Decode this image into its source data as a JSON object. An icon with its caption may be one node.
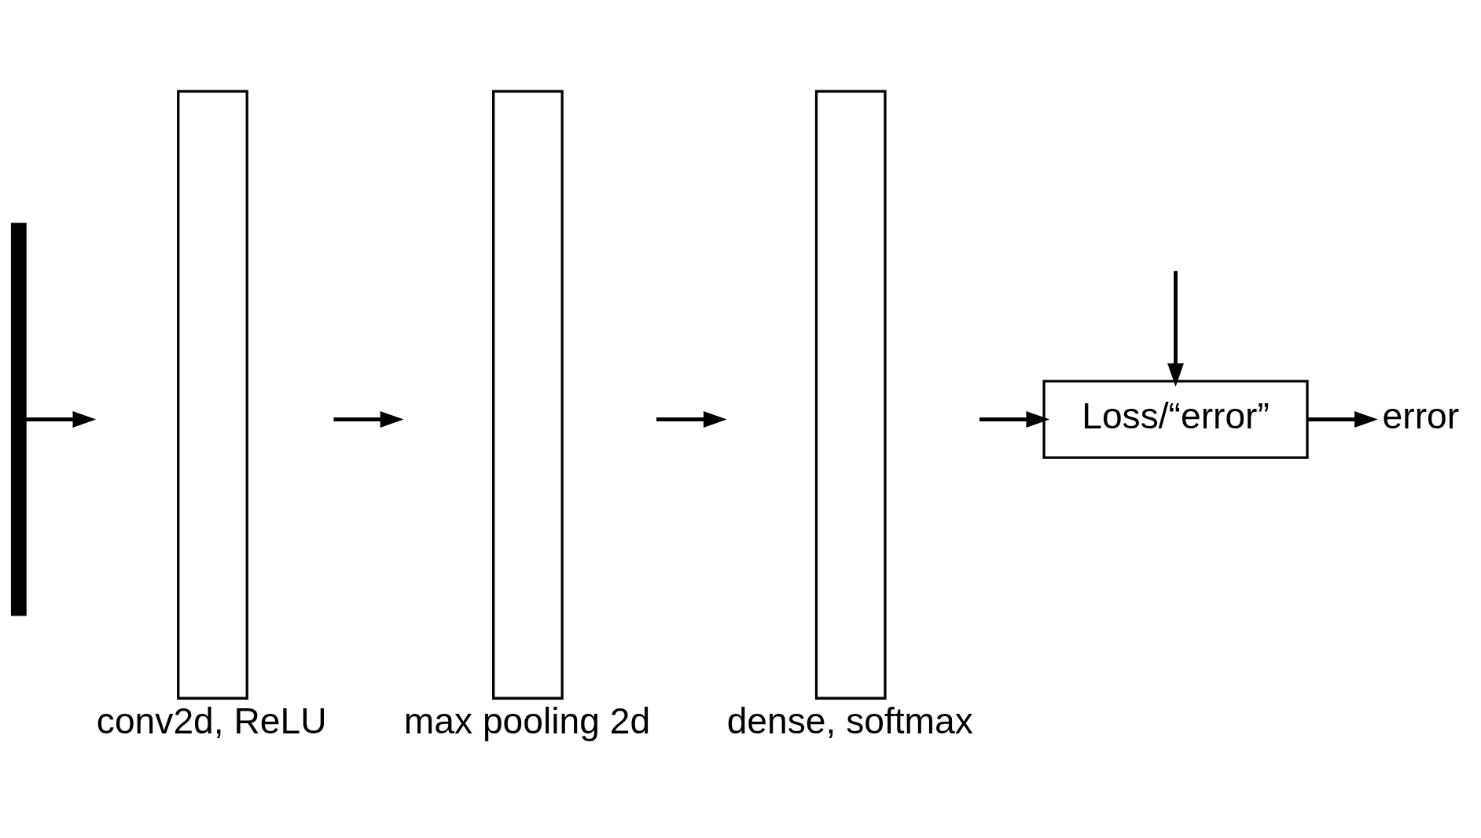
{
  "diagram": {
    "nodes": [
      {
        "text": [],
        "shape": "bar"
      },
      {
        "text": [
          "conv2d, ReLU"
        ]
      },
      {
        "text": [
          "max pooling 2d"
        ]
      },
      {
        "text": [
          "dense, softmax"
        ]
      },
      {
        "text": [
          "Loss/“error”"
        ]
      },
      {
        "text": [
          "error"
        ]
      }
    ],
    "edges": [
      {
        "from": 0,
        "to": 1,
        "arrow": "to"
      },
      {
        "from": 1,
        "to": 2,
        "arrow": "to"
      },
      {
        "from": 2,
        "to": 3,
        "arrow": "to"
      },
      {
        "from": 3,
        "to": 4,
        "arrow": "to"
      },
      {
        "from": null,
        "to": 4,
        "arrow": "to"
      },
      {
        "from": 4,
        "to": 5,
        "arrow": "to"
      }
    ]
  }
}
